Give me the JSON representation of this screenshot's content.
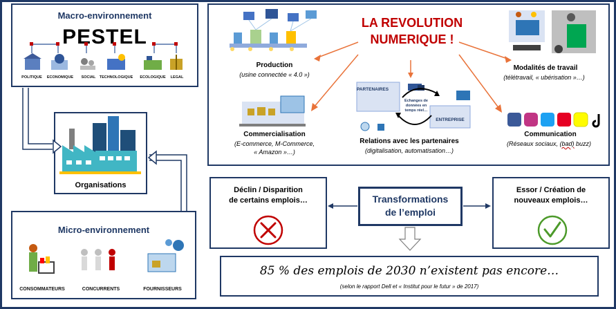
{
  "macro": {
    "title": "Macro-environnement",
    "pestel": "PESTEL",
    "items": [
      "POLITIQUE",
      "ECONOMIQUE",
      "SOCIAL",
      "TECHNOLOGIQUE",
      "ECOLOGIQUE",
      "LEGAL"
    ]
  },
  "organisations": {
    "label": "Organisations"
  },
  "micro": {
    "title": "Micro-environnement",
    "items": [
      "CONSOMMATEURS",
      "CONCURRENTS",
      "FOURNISSEURS"
    ]
  },
  "revolution": {
    "title_line1": "LA REVOLUTION",
    "title_line2": "NUMERIQUE !",
    "production": {
      "title": "Production",
      "sub": "(usine connectée « 4.0 »)"
    },
    "modalites": {
      "title": "Modalités de travail",
      "sub": "(télétravail, « ubérisation »…)"
    },
    "commercialisation": {
      "title": "Commercialisation",
      "sub1": "(E-commerce, M-Commerce,",
      "sub2": "« Amazon »…)"
    },
    "relations": {
      "title": "Relations avec les partenaires",
      "sub": "(digitalisation, automatisation…)",
      "partenaires": "PARTENAIRES",
      "entreprise": "ENTREPRISE",
      "echanges": [
        "Echanges de",
        "données en",
        "temps réel…"
      ]
    },
    "communication": {
      "title": "Communication",
      "sub_before": "(Réseaux sociaux, ",
      "sub_bad": "(bad)",
      "sub_after": " buzz)"
    }
  },
  "emploi": {
    "declin_line1": "Déclin / Disparition",
    "declin_line2": "de certains emplois…",
    "transfo_line1": "Transformations",
    "transfo_line2": "de l’emploi",
    "essor_line1": "Essor / Création de",
    "essor_line2": "nouveaux emplois…",
    "quote": "85 % des emplois de 2030 n’existent pas encore…",
    "source": "(selon le rapport Dell et « Institut pour le futur » de 2017)"
  },
  "colors": {
    "navy": "#1f3864",
    "red": "#c00000",
    "green": "#4c9a2a",
    "orange": "#e9733a"
  }
}
